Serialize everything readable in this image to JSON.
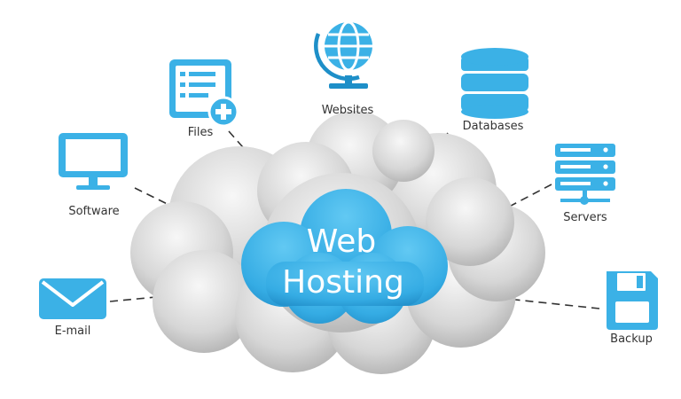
{
  "center": {
    "line1": "Web",
    "line2": "Hosting"
  },
  "nodes": [
    {
      "name": "websites",
      "label": "Websites",
      "icon": "globe-icon"
    },
    {
      "name": "databases",
      "label": "Databases",
      "icon": "database-icon"
    },
    {
      "name": "servers",
      "label": "Servers",
      "icon": "server-rack-icon"
    },
    {
      "name": "backup",
      "label": "Backup",
      "icon": "floppy-disk-icon"
    },
    {
      "name": "email",
      "label": "E-mail",
      "icon": "envelope-icon"
    },
    {
      "name": "software",
      "label": "Software",
      "icon": "monitor-icon"
    },
    {
      "name": "files",
      "label": "Files",
      "icon": "file-add-icon"
    }
  ],
  "colors": {
    "accent": "#3bb1e6",
    "accent_dark": "#1e8fc8",
    "cloud_gray": "#d4d4d4",
    "line": "#333333",
    "text": "#333333"
  }
}
